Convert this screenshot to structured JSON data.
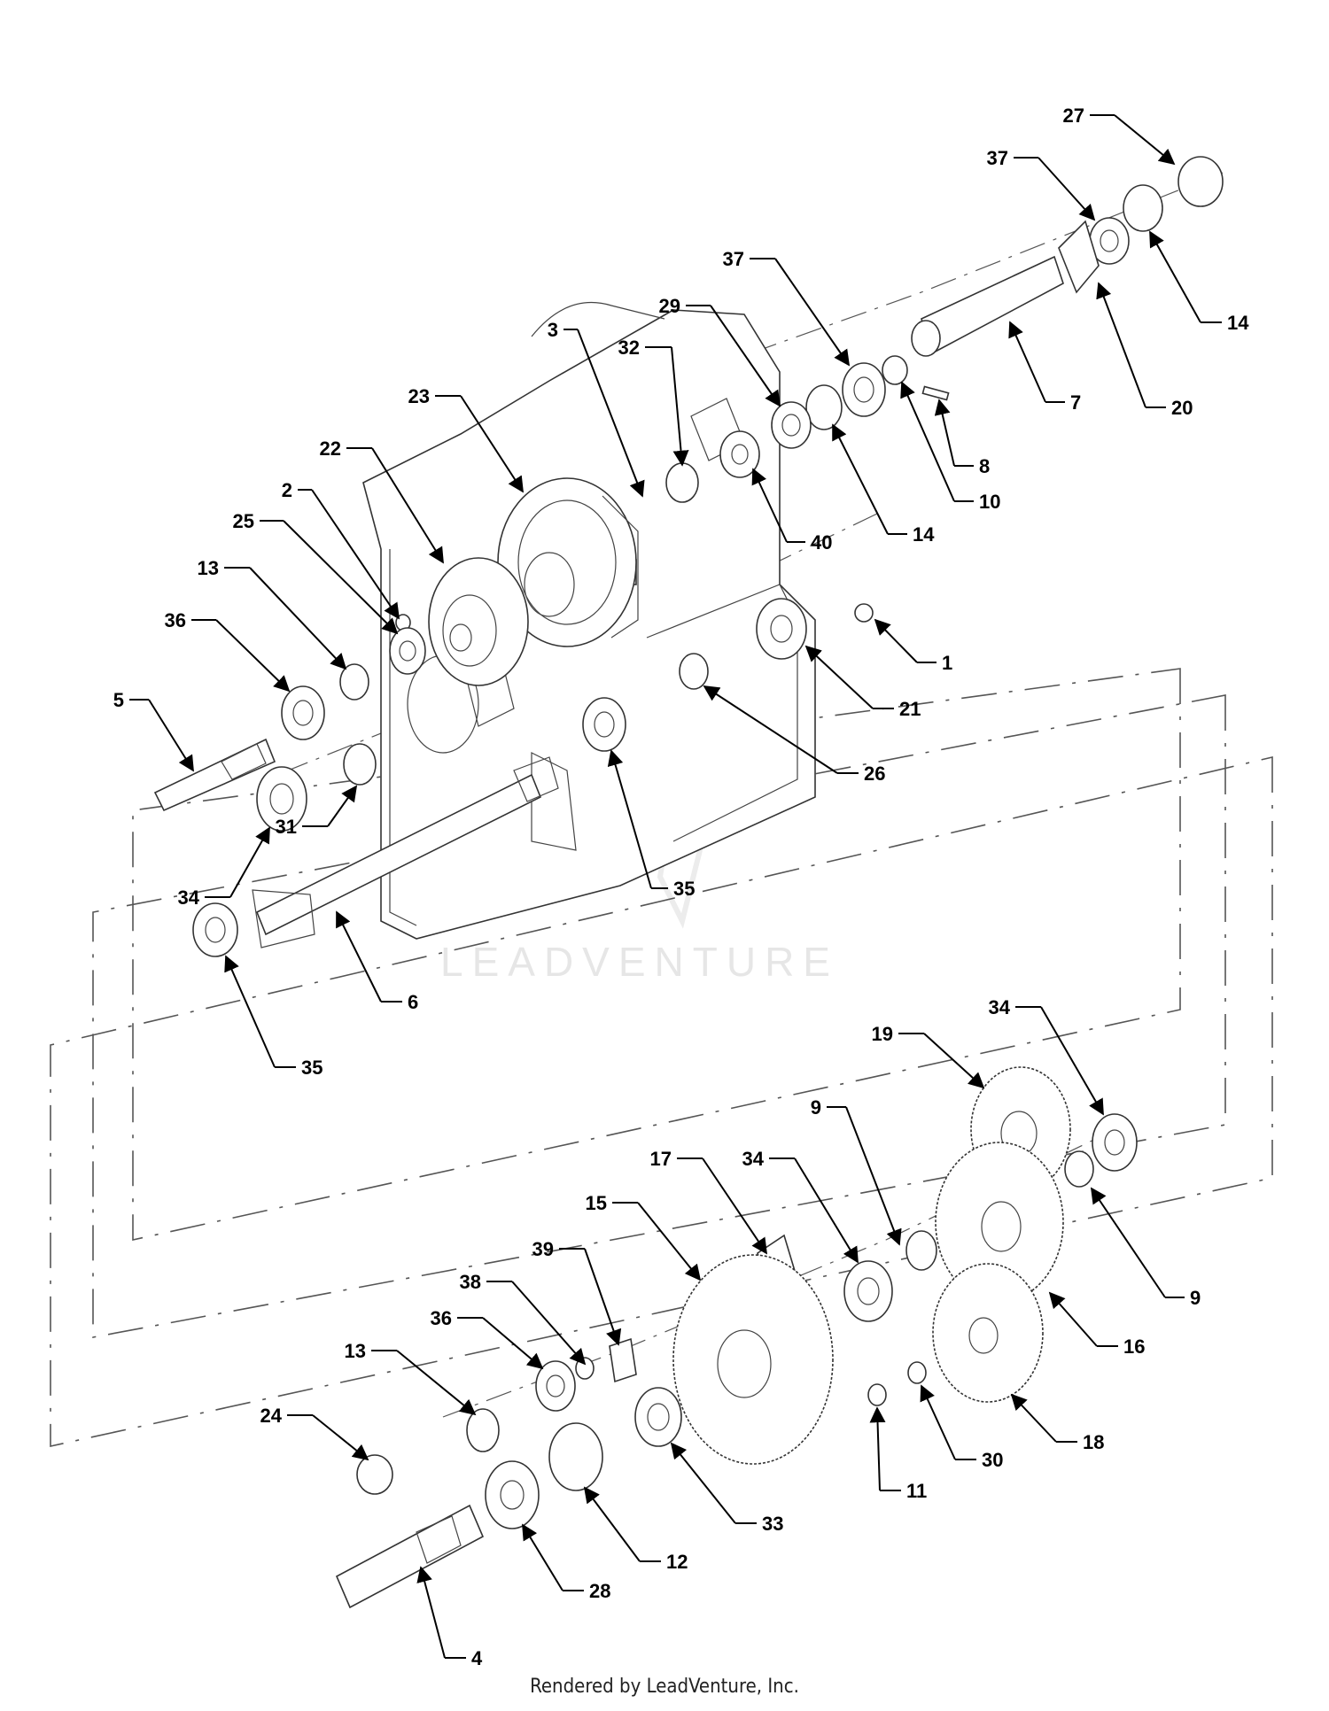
{
  "watermark": "LEADVENTURE",
  "footer": "Rendered by LeadVenture, Inc.",
  "callouts": [
    {
      "id": "27",
      "label": "27"
    },
    {
      "id": "37a",
      "label": "37"
    },
    {
      "id": "14a",
      "label": "14"
    },
    {
      "id": "37b",
      "label": "37"
    },
    {
      "id": "29",
      "label": "29"
    },
    {
      "id": "3",
      "label": "3"
    },
    {
      "id": "32",
      "label": "32"
    },
    {
      "id": "7",
      "label": "7"
    },
    {
      "id": "20",
      "label": "20"
    },
    {
      "id": "23",
      "label": "23"
    },
    {
      "id": "8",
      "label": "8"
    },
    {
      "id": "22",
      "label": "22"
    },
    {
      "id": "10",
      "label": "10"
    },
    {
      "id": "2",
      "label": "2"
    },
    {
      "id": "14b",
      "label": "14"
    },
    {
      "id": "25",
      "label": "25"
    },
    {
      "id": "40",
      "label": "40"
    },
    {
      "id": "13a",
      "label": "13"
    },
    {
      "id": "36a",
      "label": "36"
    },
    {
      "id": "1",
      "label": "1"
    },
    {
      "id": "21",
      "label": "21"
    },
    {
      "id": "5",
      "label": "5"
    },
    {
      "id": "26",
      "label": "26"
    },
    {
      "id": "31",
      "label": "31"
    },
    {
      "id": "34a",
      "label": "34"
    },
    {
      "id": "35a",
      "label": "35"
    },
    {
      "id": "6",
      "label": "6"
    },
    {
      "id": "35b",
      "label": "35"
    },
    {
      "id": "34b",
      "label": "34"
    },
    {
      "id": "19",
      "label": "19"
    },
    {
      "id": "9a",
      "label": "9"
    },
    {
      "id": "17",
      "label": "17"
    },
    {
      "id": "34c",
      "label": "34"
    },
    {
      "id": "15",
      "label": "15"
    },
    {
      "id": "39",
      "label": "39"
    },
    {
      "id": "9b",
      "label": "9"
    },
    {
      "id": "38",
      "label": "38"
    },
    {
      "id": "36b",
      "label": "36"
    },
    {
      "id": "16",
      "label": "16"
    },
    {
      "id": "13b",
      "label": "13"
    },
    {
      "id": "30",
      "label": "30"
    },
    {
      "id": "18",
      "label": "18"
    },
    {
      "id": "24",
      "label": "24"
    },
    {
      "id": "11",
      "label": "11"
    },
    {
      "id": "33",
      "label": "33"
    },
    {
      "id": "12",
      "label": "12"
    },
    {
      "id": "28",
      "label": "28"
    },
    {
      "id": "4",
      "label": "4"
    }
  ]
}
